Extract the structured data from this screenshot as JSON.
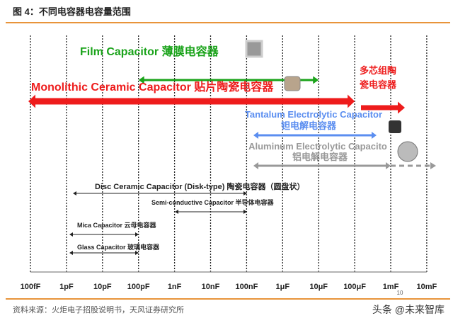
{
  "title": "图 4：不同电容器电容量范围",
  "axis_ticks": [
    "100fF",
    "1pF",
    "10pF",
    "100pF",
    "1nF",
    "10nF",
    "100nF",
    "1μF",
    "10μF",
    "100μF",
    "1mF",
    "10mF"
  ],
  "page_number": "10",
  "colors": {
    "film": "#1aa31a",
    "ceramic": "#ee1c1c",
    "tantalum": "#5b8ef0",
    "aluminum": "#999999",
    "black": "#222222",
    "accent": "#e8943a"
  },
  "capacitors": [
    {
      "label": "Film Capacitor 薄膜电容器",
      "from": "100pF",
      "to": "10μF",
      "color": "film"
    },
    {
      "label": "Monolithic Ceramic Capacitor  贴片陶瓷电容器",
      "from": "100fF",
      "to": "100μF",
      "color": "ceramic"
    },
    {
      "label": "多芯组陶",
      "label2": "瓷电容器",
      "from": "100μF",
      "to": "1mF",
      "color": "ceramic"
    },
    {
      "label": "Tantalum Electrolytic Capacitor",
      "label2": "钽电解电容器",
      "from": "100nF",
      "to": "100μF",
      "color": "tantalum"
    },
    {
      "label": "Aluminum Electrolytic Capacito",
      "label2": "铝电解电容器",
      "from": "100nF",
      "to": "10mF",
      "color": "aluminum"
    },
    {
      "label": "Disc Ceramic Capacitor (Disk-type)  陶瓷电容器（圆盘状）",
      "from": "1pF",
      "to": "100nF",
      "color": "black"
    },
    {
      "label": "Semi-conductive Capacitor  半导体电容器",
      "from": "1nF",
      "to": "100nF",
      "color": "black"
    },
    {
      "label": "Mica Capacitor  云母电容器",
      "from": "1pF",
      "to": "100pF",
      "color": "black"
    },
    {
      "label": "Glass Capacitor 玻璃电容器",
      "from": "1pF",
      "to": "100pF",
      "color": "black"
    }
  ],
  "source": "资料来源：火炬电子招股说明书，天风证券研究所",
  "watermark": "头条 @未来智库"
}
